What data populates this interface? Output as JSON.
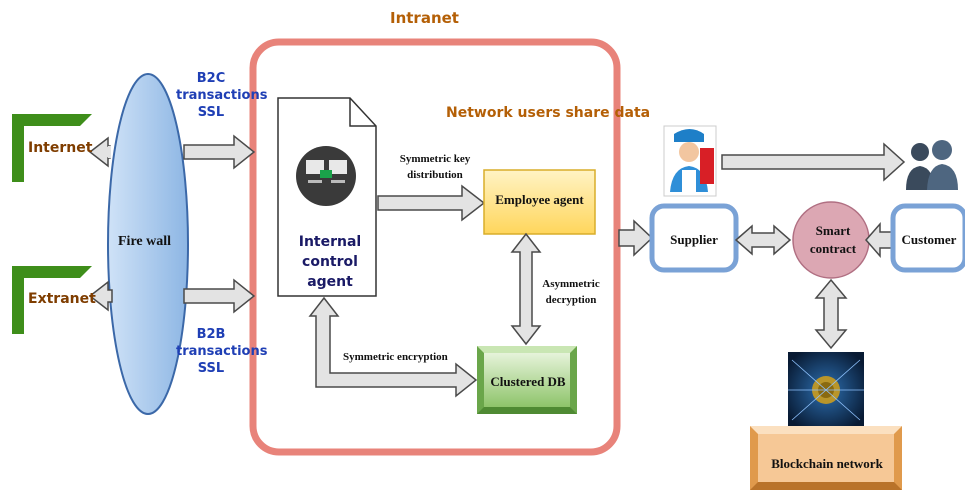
{
  "diagram": {
    "intranet_title": "Intranet",
    "internet": "Internet",
    "extranet": "Extranet",
    "b2c": "B2C transactions SSL",
    "b2b": "B2B transactions SSL",
    "firewall": "Fire wall",
    "network_users": "Network users share data",
    "internal_control_agent": "Internal control agent",
    "symmetric_key_distribution": "Symmetric key distribution",
    "employee_agent": "Employee agent",
    "asymmetric_decryption": "Asymmetric decryption",
    "symmetric_encryption": "Symmetric encryption",
    "clustered_db": "Clustered DB",
    "supplier": "Supplier",
    "smart_contract": "Smart contract",
    "customer": "Customer",
    "blockchain_network": "Blockchain network"
  },
  "colors": {
    "intranet_border": "#e8837a",
    "firewall_fill": "#a8c8ec",
    "employee_fill": "#ffe38a",
    "db_fill": "#b5d99c",
    "supplier_fill": "#dbe8f8",
    "smart_fill": "#dca7b3",
    "blockchain_fill": "#f6c896",
    "internet_bracket": "#3e8e1a"
  }
}
